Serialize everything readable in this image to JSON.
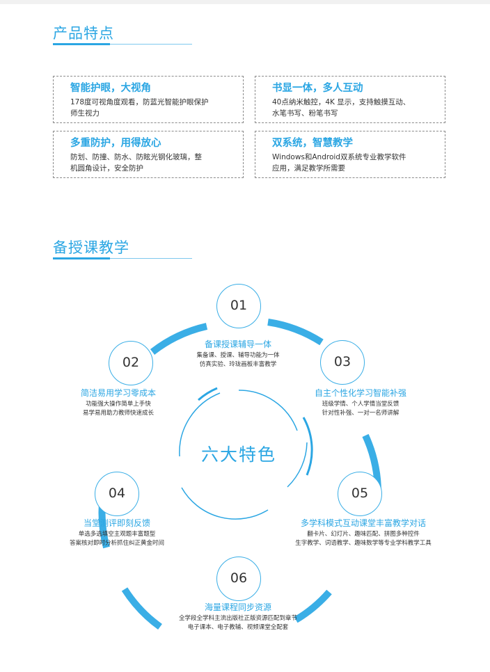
{
  "features_section": {
    "title": "产品特点",
    "cards": [
      {
        "title": "智能护眼，大视角",
        "desc_lines": [
          "178度可视角度观看，防蓝光智能护眼保护",
          "师生视力"
        ]
      },
      {
        "title": "书显一体，多人互动",
        "desc_lines": [
          "40点纳米触控，4K 显示，支持触摸互动、",
          "水笔书写、粉笔书写"
        ]
      },
      {
        "title": "多重防护，用得放心",
        "desc_lines": [
          "防划、防撞、防水、防眩光钢化玻璃，整",
          "机圆角设计，安全防护"
        ]
      },
      {
        "title": "双系统，智慧教学",
        "desc_lines": [
          "Windows和Android双系统专业教学软件",
          "应用，满足教学所需要"
        ]
      }
    ]
  },
  "teaching_section": {
    "title": "备授课教学",
    "center_label": "六大特色",
    "items": [
      {
        "num": "01",
        "title": "备课授课辅导一体",
        "desc_lines": [
          "集备课、授课、辅导功能为一体",
          "仿真实验、玲珑画板丰富教学"
        ]
      },
      {
        "num": "02",
        "title": "简洁易用学习零成本",
        "desc_lines": [
          "功能强大操作简单上手快",
          "易学易用助力教师快速成长"
        ]
      },
      {
        "num": "03",
        "title": "自主个性化学习智能补强",
        "desc_lines": [
          "班级学情、个人学情当堂反馈",
          "针对性补强、一对一名师讲解"
        ]
      },
      {
        "num": "04",
        "title": "当堂测评即刻反馈",
        "desc_lines": [
          "单选多选填空主观题丰富题型",
          "答案核对即时分析抓住纠正黄金时间"
        ]
      },
      {
        "num": "05",
        "title": "多学科模式互动课堂丰富教学对话",
        "desc_lines": [
          "翻卡片、幻灯片、趣味匹配、拼图多种控件",
          "生字教学、词语教学、趣味数学等专业学科教学工具"
        ]
      },
      {
        "num": "06",
        "title": "海量课程同步资源",
        "desc_lines": [
          "全学段全学科主流出版社正版资源匹配到章节",
          "电子课本、电子教辅、视频课堂全配套"
        ]
      }
    ]
  },
  "colors": {
    "accent": "#2ba6e3",
    "ring_light": "#7dc8ee"
  }
}
